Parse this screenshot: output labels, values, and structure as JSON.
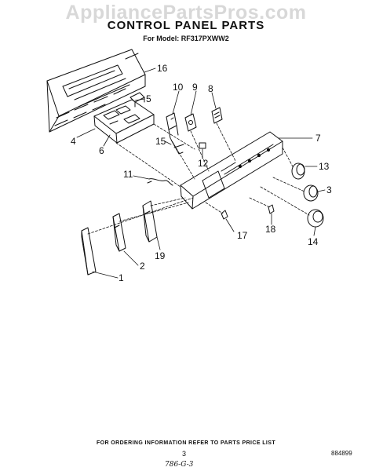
{
  "watermark": "AppliancePartsPros.com",
  "title": "CONTROL PANEL PARTS",
  "subtitle": "For Model: RF317PXWW2",
  "callouts": [
    "1",
    "2",
    "3",
    "4",
    "5",
    "6",
    "7",
    "8",
    "9",
    "10",
    "11",
    "12",
    "13",
    "14",
    "15",
    "16",
    "17",
    "18",
    "19"
  ],
  "footer": {
    "note": "FOR ORDERING INFORMATION REFER TO PARTS PRICE LIST",
    "page_number": "3",
    "doc_code": "884899",
    "handwritten": "786-G-3"
  }
}
